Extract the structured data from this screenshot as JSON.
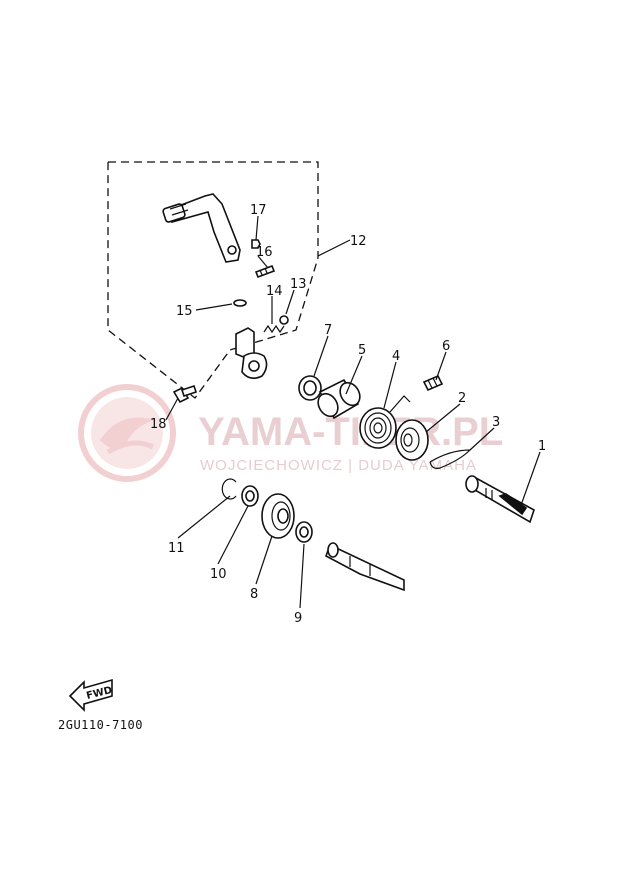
{
  "diagram_code": "2GU110-7100",
  "fwd_label": "FWD",
  "watermark": {
    "brand": "YAMA-TILER.PL",
    "tagline": "WOJCIECHOWICZ | DUDA YAMAHA",
    "color": "#e9cfd1"
  },
  "callouts": {
    "c1": "1",
    "c2": "2",
    "c3": "3",
    "c4": "4",
    "c5": "5",
    "c6": "6",
    "c7": "7",
    "c8": "8",
    "c9": "9",
    "c10": "10",
    "c11": "11",
    "c12": "12",
    "c13": "13",
    "c14": "14",
    "c15": "15",
    "c16": "16",
    "c17": "17",
    "c18": "18"
  }
}
